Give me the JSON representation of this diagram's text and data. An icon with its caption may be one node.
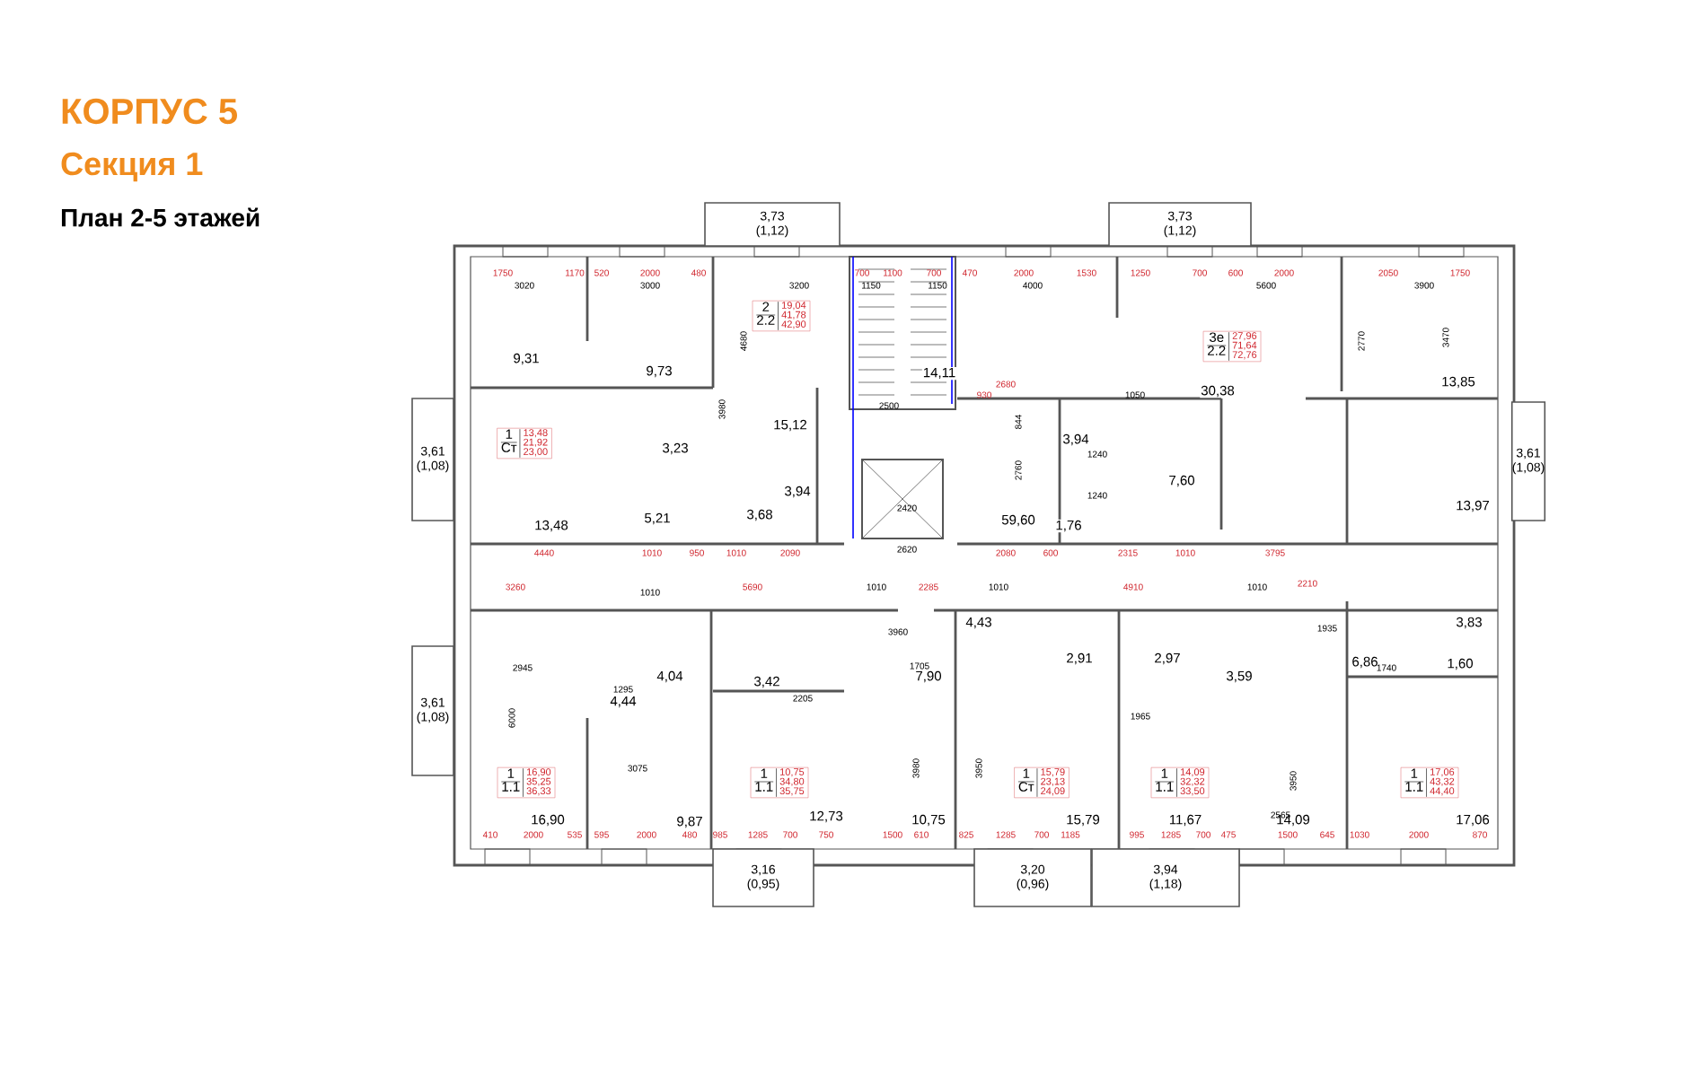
{
  "diagram": {
    "title": "КОРПУС 5",
    "nodes": [
      {
        "text": [
          "3,73",
          "(1,12)"
        ]
      },
      {
        "text": [
          "3,73",
          "(1,12)"
        ]
      },
      {
        "text": [
          "2",
          "2.2",
          "19,04",
          "41,78",
          "42,90"
        ]
      },
      {
        "text": [
          "3е",
          "2.2",
          "27,96",
          "71,64",
          "72,76"
        ]
      },
      {
        "text": [
          "3,61",
          "(1,08)"
        ]
      },
      {
        "text": [
          "1",
          "Ст",
          "13,48",
          "21,92",
          "23,00"
        ]
      },
      {
        "text": [
          "3,61",
          "(1,08)"
        ]
      },
      {
        "text": [
          "3,61",
          "(1,08)"
        ]
      },
      {
        "text": [
          "1",
          "1.1",
          "16,90",
          "35,25",
          "36,33"
        ]
      },
      {
        "text": [
          "1",
          "1.1",
          "10,75",
          "34,80",
          "35,75"
        ]
      },
      {
        "text": [
          "1",
          "Ст",
          "15,79",
          "23,13",
          "24,09"
        ]
      },
      {
        "text": [
          "1",
          "1.1",
          "14,09",
          "32,32",
          "33,50"
        ]
      },
      {
        "text": [
          "1",
          "1.1",
          "17,06",
          "43,32",
          "44,40"
        ]
      },
      {
        "text": [
          "3,16",
          "(0,95)"
        ]
      },
      {
        "text": [
          "3,20",
          "(0,96)"
        ]
      },
      {
        "text": [
          "3,94",
          "(1,18)"
        ]
      }
    ],
    "labels": [
      "Секция 1",
      "План 2-5 этажей",
      "9,31",
      "9,73",
      "14,11",
      "30,38",
      "13,85",
      "15,12",
      "3,23",
      "3,94",
      "13,48",
      "5,21",
      "3,68",
      "3,94",
      "7,60",
      "59,60",
      "1,76",
      "13,97",
      "4,43",
      "3,83",
      "4,04",
      "3,42",
      "7,90",
      "2,91",
      "2,97",
      "3,59",
      "6,86",
      "1,60",
      "4,44",
      "16,90",
      "9,87",
      "12,73",
      "10,75",
      "15,79",
      "11,67",
      "14,09",
      "17,06",
      "1750",
      "1170",
      "520",
      "2000",
      "480",
      "700",
      "1100",
      "700",
      "470",
      "2000",
      "1530",
      "1250",
      "700",
      "600",
      "2000",
      "2050",
      "1750",
      "3020",
      "3000",
      "3200",
      "1150",
      "1150",
      "4000",
      "5600",
      "3900",
      "3980",
      "4680",
      "2770",
      "3470",
      "2500",
      "2680",
      "930",
      "1050",
      "844",
      "2760",
      "1240",
      "1240",
      "2420",
      "2620",
      "4440",
      "1010",
      "950",
      "1010",
      "2090",
      "2080",
      "600",
      "2315",
      "1010",
      "3795",
      "3260",
      "1010",
      "5690",
      "1010",
      "2285",
      "1010",
      "4910",
      "1010",
      "2210",
      "3960",
      "2945",
      "1705",
      "1935",
      "1295",
      "2205",
      "1740",
      "1965",
      "6000",
      "3980",
      "3950",
      "3950",
      "3075",
      "2565",
      "410",
      "2000",
      "535",
      "595",
      "2000",
      "480",
      "985",
      "1285",
      "700",
      "750",
      "1500",
      "610",
      "825",
      "1285",
      "700",
      "1185",
      "995",
      "1285",
      "700",
      "475",
      "1500",
      "645",
      "1030",
      "2000",
      "870"
    ]
  }
}
